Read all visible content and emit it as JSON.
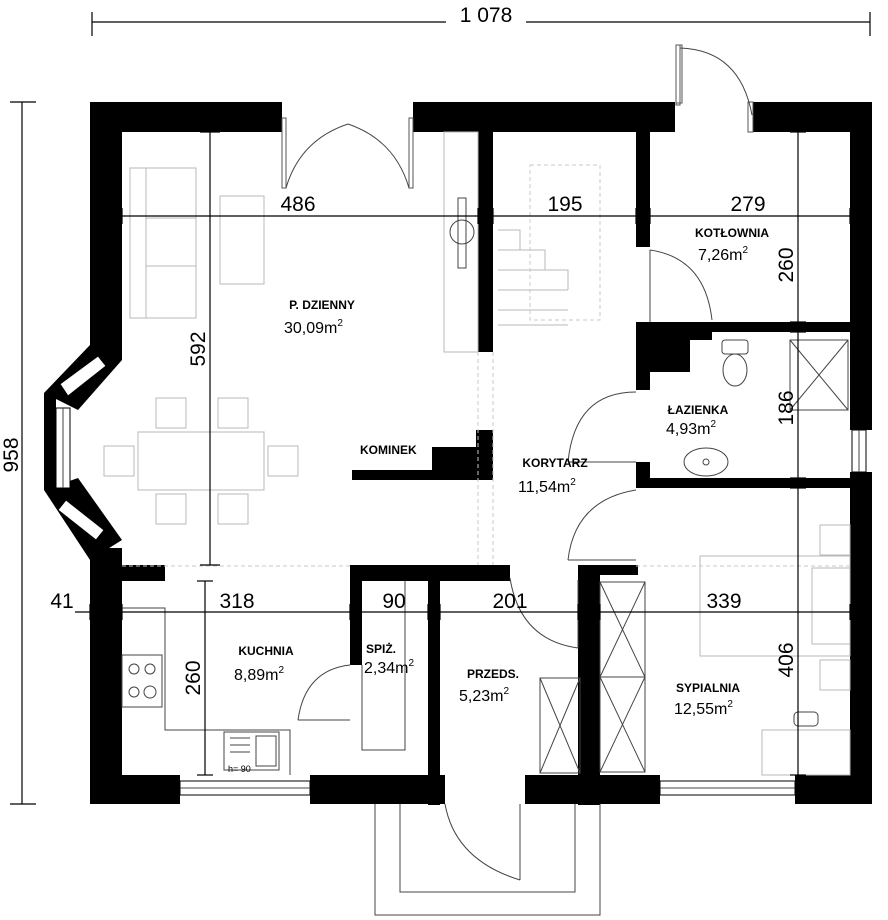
{
  "dimensions": {
    "overall_width": "1 078",
    "overall_height": "958",
    "living_width": "486",
    "stair_width": "195",
    "boiler_width": "279",
    "boiler_depth": "260",
    "living_depth": "592",
    "bath_depth": "186",
    "wall_left": "41",
    "kitchen_width": "318",
    "pantry_width": "90",
    "hall_width": "201",
    "bedroom_width": "339",
    "kitchen_depth": "260",
    "bedroom_depth": "406",
    "counter_height": "h= 90"
  },
  "rooms": {
    "living": {
      "name": "P. DZIENNY",
      "area": "30,09m",
      "sup": "2"
    },
    "boiler": {
      "name": "KOTŁOWNIA",
      "area": "7,26m",
      "sup": "2"
    },
    "bathroom": {
      "name": "ŁAZIENKA",
      "area": "4,93m",
      "sup": "2"
    },
    "corridor": {
      "name": "KORYTARZ",
      "area": "11,54m",
      "sup": "2"
    },
    "kitchen": {
      "name": "KUCHNIA",
      "area": "8,89m",
      "sup": "2"
    },
    "pantry": {
      "name": "SPIŻ.",
      "area": "2,34m",
      "sup": "2"
    },
    "entrance": {
      "name": "PRZEDS.",
      "area": "5,23m",
      "sup": "2"
    },
    "bedroom": {
      "name": "SYPIALNIA",
      "area": "12,55m",
      "sup": "2"
    }
  },
  "labels": {
    "fireplace": "KOMINEK"
  }
}
